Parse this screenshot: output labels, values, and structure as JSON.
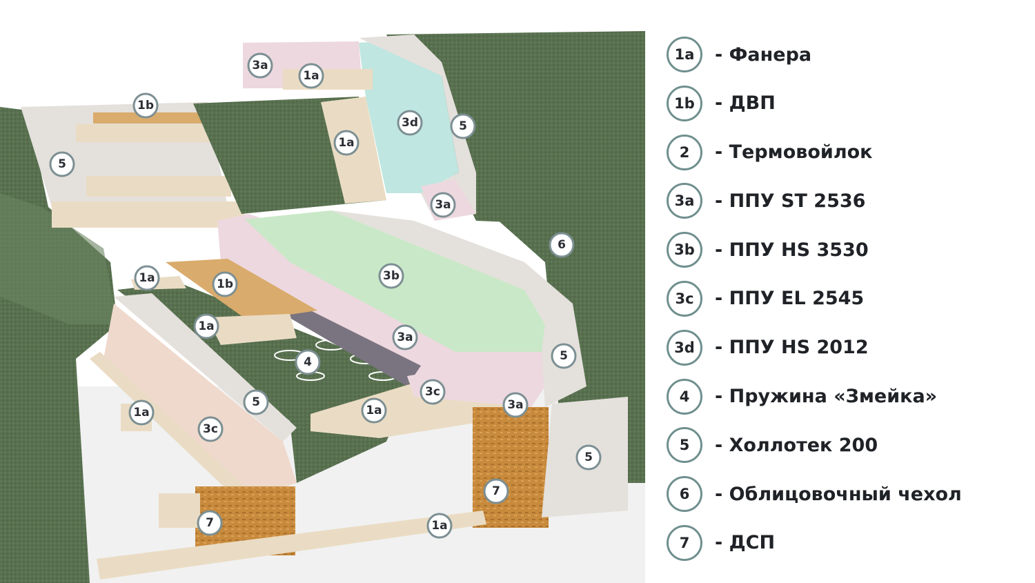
{
  "colors": {
    "fabric": "#58704f",
    "fabric_dark": "#465c3f",
    "plywood": "#eadcc4",
    "fiberboard": "#d9ab6c",
    "foam_pink": "#edd8df",
    "foam_green": "#c9e8c7",
    "foam_cyan": "#bfe6e0",
    "hollowfiber": "#e4e0dc",
    "chipboard": "#c88a3c",
    "badge_border": "#6f8f8d"
  },
  "legend": [
    {
      "code": "1a",
      "label": "- Фанера"
    },
    {
      "code": "1b",
      "label": "- ДВП"
    },
    {
      "code": "2",
      "label": "- Термовойлок"
    },
    {
      "code": "3a",
      "label": "- ППУ ST 2536"
    },
    {
      "code": "3b",
      "label": "- ППУ HS 3530"
    },
    {
      "code": "3c",
      "label": "- ППУ EL 2545"
    },
    {
      "code": "3d",
      "label": "- ППУ HS 2012"
    },
    {
      "code": "4",
      "label": "- Пружина «Змейка»"
    },
    {
      "code": "5",
      "label": "- Холлотек 200"
    },
    {
      "code": "6",
      "label": "- Облицовочный чехол"
    },
    {
      "code": "7",
      "label": "- ДСП"
    }
  ],
  "callouts": [
    "3a",
    "1a",
    "1b",
    "3d",
    "5",
    "1a",
    "5",
    "3a",
    "6",
    "1a",
    "1b",
    "3b",
    "1a",
    "3a",
    "4",
    "5",
    "3c",
    "3a",
    "1a",
    "5",
    "1a",
    "3c",
    "5",
    "7",
    "7",
    "1a"
  ]
}
